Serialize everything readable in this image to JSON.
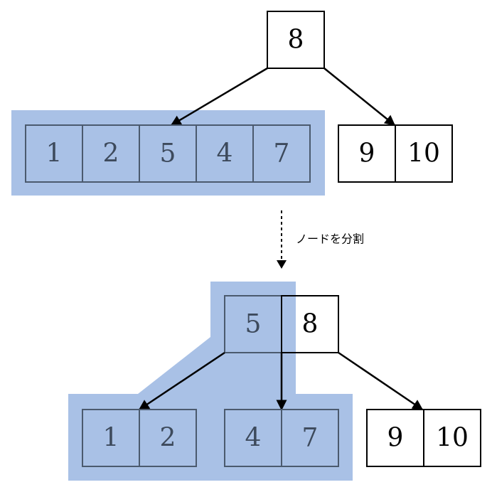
{
  "before": {
    "root": [
      "8"
    ],
    "left_node": [
      "1",
      "2",
      "5",
      "4",
      "7"
    ],
    "right_node": [
      "9",
      "10"
    ]
  },
  "split_label": "ノードを分割",
  "after": {
    "root": [
      "5",
      "8"
    ],
    "left_node": [
      "1",
      "2"
    ],
    "middle_node": [
      "4",
      "7"
    ],
    "right_node": [
      "9",
      "10"
    ]
  },
  "colors": {
    "highlight": "#a9c1e6",
    "node_border": "#000000",
    "highlight_text": "#3d4a5c"
  }
}
